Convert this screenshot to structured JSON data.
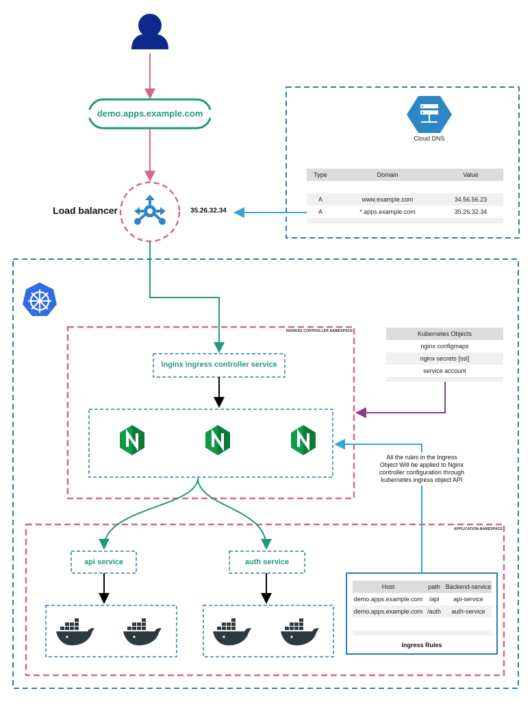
{
  "dns_host": "demo.apps.example.com",
  "load_balancer": {
    "label": "Load balancer",
    "ip": "35.26.32.34"
  },
  "cloud_dns": {
    "title": "Cloud DNS",
    "headers": [
      "Type",
      "Domain",
      "Value"
    ],
    "rows": [
      [
        "A",
        "www.example.com",
        "34.56.56.23"
      ],
      [
        "A",
        "*.apps.example.com",
        "35.26.32.34"
      ]
    ]
  },
  "ingress_ns_label": "INGRESS CONTROLLER NAMESPACE",
  "ingress_controller_service": "Inginx ingress controller service",
  "k8s_objects": {
    "title": "Kubernetes Objects",
    "items": [
      "nginx configmaps",
      "nginx secrets [ssl]",
      "service account"
    ]
  },
  "nginx_letter": "N",
  "rules_note": [
    "All the rules in the Ingress",
    "Object Will be applied to Nginx",
    "controller configuration through",
    "kubernetes ingress object API"
  ],
  "app_ns_label": "APPLICATION-NAMESPACE",
  "api_service": "api service",
  "auth_service": "auth service",
  "ingress_rules": {
    "title": "Ingress Rules",
    "headers": [
      "Host",
      "path",
      "Backend-service"
    ],
    "rows": [
      [
        "demo.apps.example.com",
        "/api",
        "api-service"
      ],
      [
        "demo.apps.example.com",
        "/auth",
        "auth-service"
      ]
    ]
  },
  "colors": {
    "pink": "#d8648f",
    "blue": "#2a7db5",
    "teal": "#1f9a7c",
    "purple": "#8a3d85",
    "light_blue": "#3aa3d9",
    "navy": "#0d2a8a",
    "nginx_green": "#0f9a48",
    "docker_dark": "#2d3a40",
    "k8s_blue": "#326ce5",
    "table_header": "#dcdcdc",
    "table_alt": "#f0f0f0"
  },
  "icons": [
    "user-icon",
    "load-balancer-icon",
    "cloud-dns-icon",
    "kubernetes-icon",
    "nginx-icon",
    "docker-icon"
  ]
}
